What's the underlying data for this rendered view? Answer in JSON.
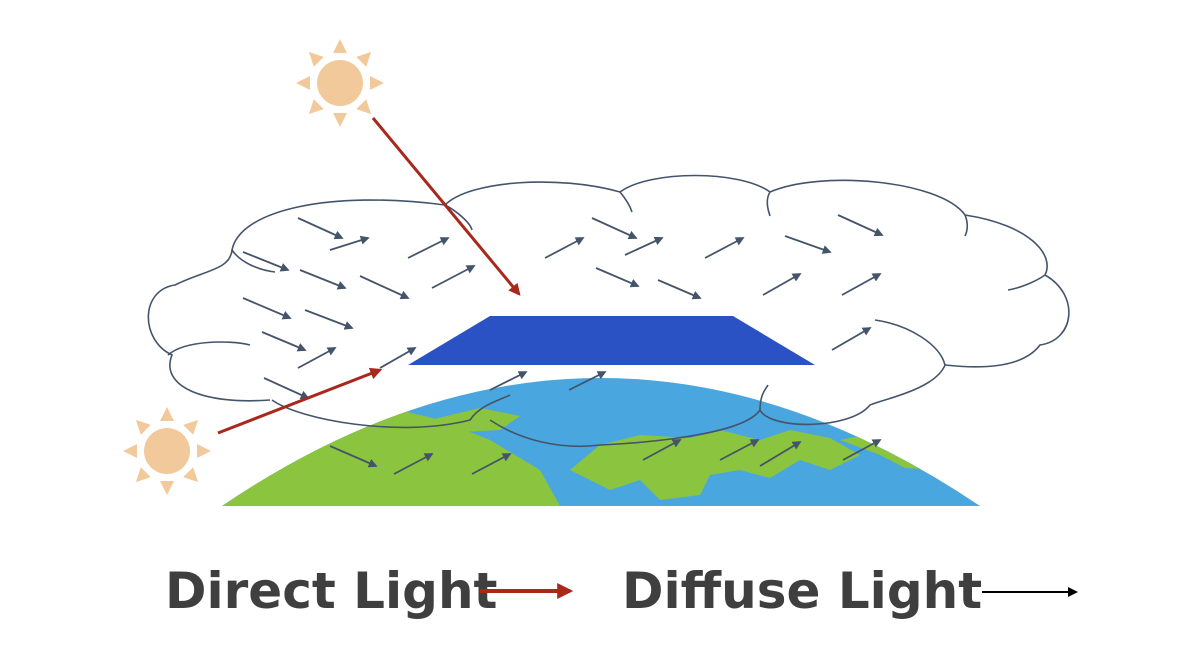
{
  "legend": {
    "direct_label": "Direct Light",
    "diffuse_label": "Diffuse Light"
  },
  "colors": {
    "background": "#ffffff",
    "sun": "#f2c99a",
    "direct_arrow": "#a8281c",
    "diffuse_arrow": "#44546a",
    "cloud_outline": "#44546a",
    "panel": "#2b52c5",
    "ocean": "#4aa6de",
    "land": "#8bc43f",
    "legend_text": "#3f3f3f",
    "legend_diffuse_arrow": "#000000"
  },
  "icons": {
    "sun": "sun-icon",
    "cloud": "cloud-shape",
    "earth": "earth-globe",
    "panel": "solar-panel"
  }
}
